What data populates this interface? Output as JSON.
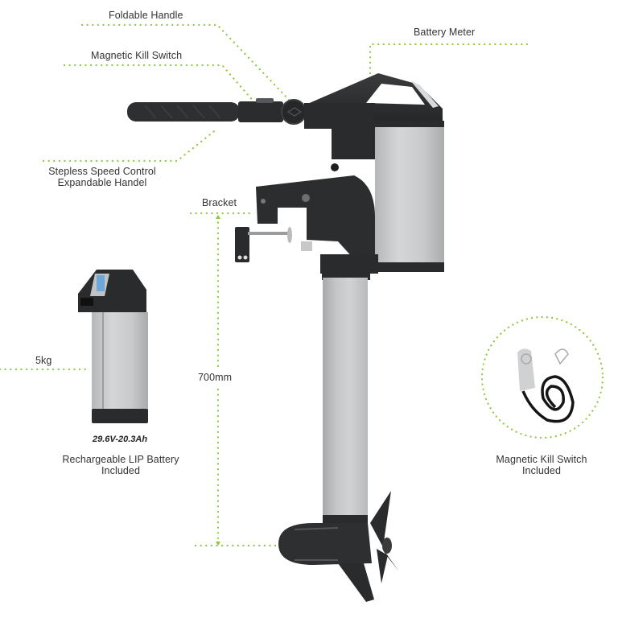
{
  "callouts": {
    "foldable_handle": "Foldable Handle",
    "magnetic_kill_switch": "Magnetic Kill Switch",
    "stepless_speed_line1": "Stepless Speed Control",
    "stepless_speed_line2": "Expandable Handel",
    "battery_meter": "Battery Meter",
    "bracket": "Bracket",
    "shaft_length": "700mm",
    "battery_weight": "5kg"
  },
  "battery": {
    "spec": "29.6V-20.3Ah",
    "caption_line1": "Rechargeable LIP Battery",
    "caption_line2": "Included"
  },
  "kill_switch_accessory": {
    "caption_line1": "Magnetic Kill Switch",
    "caption_line2": "Included"
  },
  "colors": {
    "dot_leader": "#8cc63f",
    "motor_dark": "#2b2c2e",
    "aluminum": "#c9cbcc"
  }
}
